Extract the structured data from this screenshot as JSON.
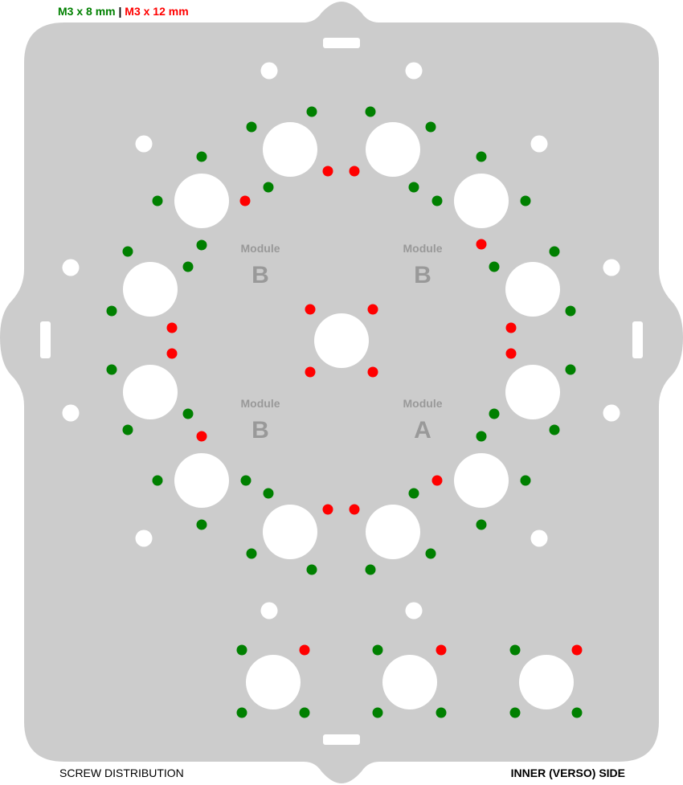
{
  "legend": {
    "green_label": "M3 x 8 mm",
    "separator": "|",
    "red_label": "M3 x 12 mm"
  },
  "colors": {
    "plate": "#cccccc",
    "hole": "#ffffff",
    "screw_8mm": "#008000",
    "screw_12mm": "#ff0000"
  },
  "modules": [
    {
      "title": "Module",
      "letter": "B"
    },
    {
      "title": "Module",
      "letter": "B"
    },
    {
      "title": "Module",
      "letter": "B"
    },
    {
      "title": "Module",
      "letter": "A"
    }
  ],
  "footer": {
    "left": "SCREW DISTRIBUTION",
    "right": "INNER (VERSO) SIDE"
  }
}
